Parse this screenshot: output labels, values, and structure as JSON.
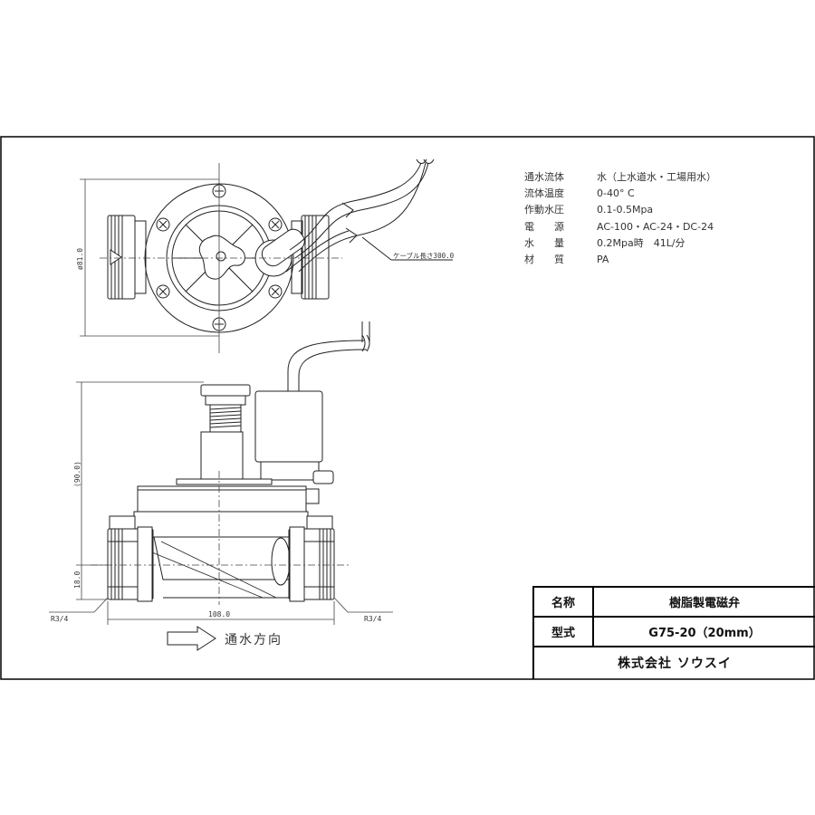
{
  "specs": [
    {
      "label": "通水流体",
      "value": "水（上水道水・工場用水）"
    },
    {
      "label": "流体温度",
      "value": "0-40°  C"
    },
    {
      "label": "作動水圧",
      "value": "0.1-0.5Mpa"
    },
    {
      "label": "電　　源",
      "value": "AC-100・AC-24・DC-24"
    },
    {
      "label": "水　　量",
      "value": "0.2Mpa時　41L/分"
    },
    {
      "label": "材　　質",
      "value": "PA"
    }
  ],
  "dimensions": {
    "diameter": "ø81.0",
    "height": "(90.0)",
    "base_height": "18.0",
    "width": "108.0",
    "thread_left": "R3/4",
    "thread_right": "R3/4",
    "cable_length": "ケーブル長さ300.0"
  },
  "flow_label": "通水方向",
  "title_block": {
    "name_label": "名称",
    "name_value": "樹脂製電磁弁",
    "model_label": "型式",
    "model_value": "G75-20（20mm）",
    "company": "株式会社  ソウスイ"
  }
}
